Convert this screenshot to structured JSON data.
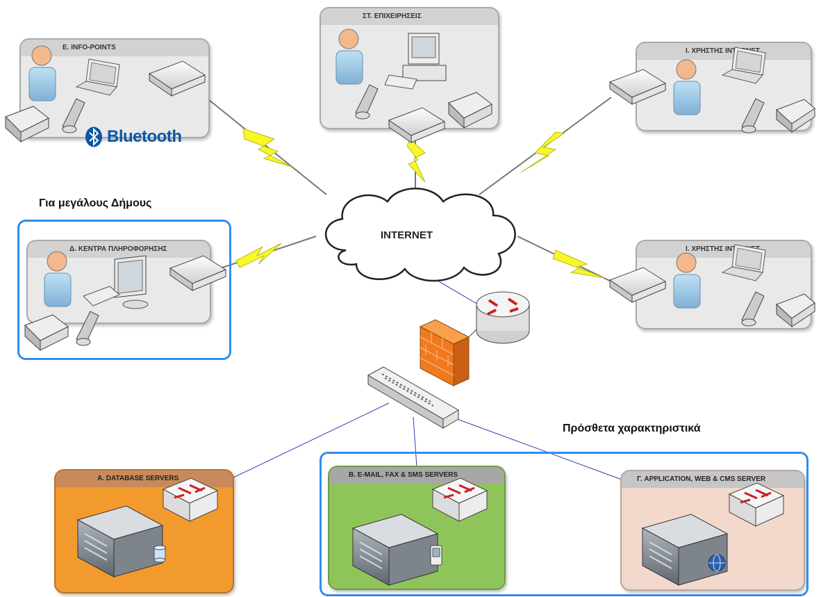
{
  "labels": {
    "info_points": "E. INFO-POINTS",
    "businesses": "ΣΤ.  ΕΠΙΧΕΙΡΗΣΕΙΣ",
    "user_internet_1": "Ι. ΧΡΗΣΤΗΣ INTERNET",
    "user_internet_2": "Ι. ΧΡΗΣΤΗΣ INTERNET",
    "info_centers": "Δ. ΚΕΝΤΡΑ ΠΛΗΡΟΦΟΡΗΣΗΣ",
    "database_servers": "A. DATABASE SERVERS",
    "email_servers": "B. E-MAIL, FAX & SMS SERVERS",
    "app_servers": "Γ. APPLICATION, WEB & CMS SERVER",
    "internet": "INTERNET",
    "large_municipalities": "Για μεγάλους Δήμους",
    "extra_features": "Πρόσθετα χαρακτηριστικά",
    "bluetooth": "Bluetooth"
  },
  "colors": {
    "outline": "#2f8df0",
    "bolt": "#f7f72a",
    "link": "#2b3fb0",
    "firewall": "#f07a1e"
  }
}
